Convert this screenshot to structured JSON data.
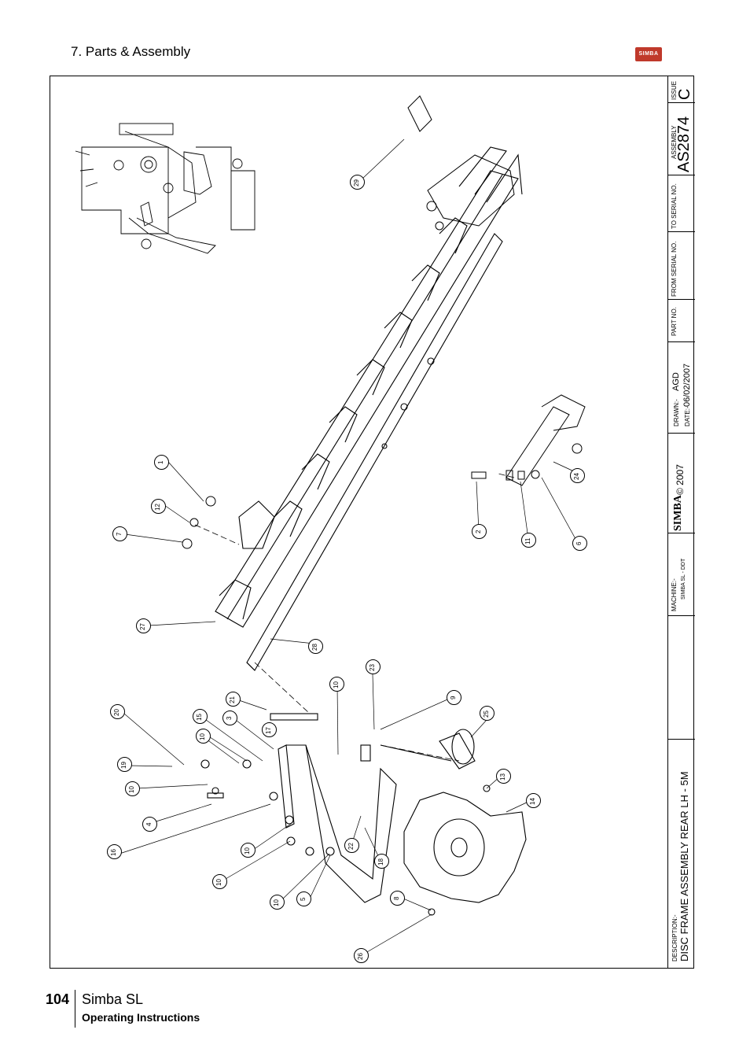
{
  "header": {
    "title": "7. Parts & Assembly",
    "logo_text": "SIMBA"
  },
  "title_block": {
    "issue_label": "ISSUE",
    "issue": "C",
    "assembly_label": "ASSEMBLY",
    "assembly": "AS2874",
    "to_serial_label": "TO SERIAL NO.",
    "from_serial_label": "FROM SERIAL NO.",
    "part_no_label": "PART NO.",
    "drawn_label": "DRAWN:-",
    "drawn": "AGD",
    "date_label": "DATE:-",
    "date": "06/02/2007",
    "copyright": "© 2007",
    "brand": "SIMBA",
    "machine_label": "MACHINE:-",
    "machine": "SIMBA SL - DDT",
    "description_label": "DESCRIPTION:-",
    "description": "DISC FRAME ASSEMBLY REAR LH - 5M"
  },
  "callouts": [
    "1",
    "12",
    "7",
    "27",
    "28",
    "29",
    "2",
    "11",
    "6",
    "24",
    "20",
    "19",
    "10",
    "4",
    "16",
    "15",
    "10",
    "21",
    "3",
    "17",
    "10",
    "10",
    "10",
    "22",
    "5",
    "18",
    "10",
    "23",
    "9",
    "25",
    "13",
    "14",
    "8",
    "26"
  ],
  "footer": {
    "page_number": "104",
    "product": "Simba SL",
    "subtitle": "Operating Instructions"
  },
  "colors": {
    "logo": "#c0392b",
    "line": "#000000"
  }
}
